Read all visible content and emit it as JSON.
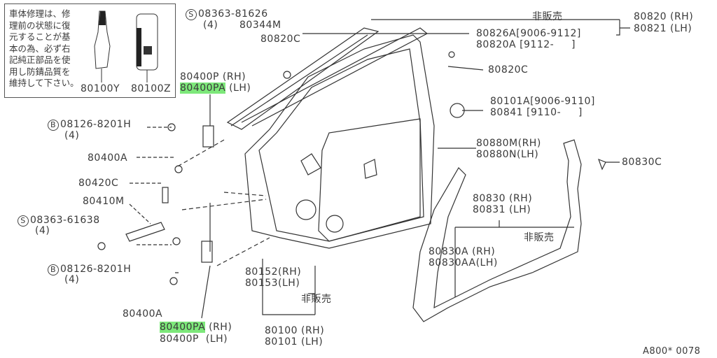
{
  "note": {
    "text": "車体修理は、修\n理前の状態に復\n元することが基\n本の為、必ず右\n記純正部品を使\n用し防錆品質を\n維持して下さい。",
    "parts": [
      "80100Y",
      "80100Z"
    ]
  },
  "labels": {
    "s1": "08363-81626",
    "s1q": "(4)",
    "p80344M": "80344M",
    "p80820C_a": "80820C",
    "nonsale_top": "非販売",
    "p80820": "80820 (RH)",
    "p80821": "80821 (LH)",
    "p80826A": "80826A[9006-9112]",
    "p80820A": "80820A [9112-     ]",
    "p80820C_b": "80820C",
    "p80101A": "80101A[9006-9110]",
    "p80841": "80841 [9110-     ]",
    "p80400P_top": "80400P",
    "p80400P_top_side": " (RH)",
    "p80400PA_top": "80400PA",
    "p80400PA_top_side": " (LH)",
    "b1": "08126-8201H",
    "b1q": "(4)",
    "p80400A_a": "80400A",
    "p80420C": "80420C",
    "p80410M": "80410M",
    "s2": "08363-61638",
    "s2q": "(4)",
    "b2": "08126-8201H",
    "b2q": "(4)",
    "p80400A_b": "80400A",
    "p80400PA_bot": "80400PA",
    "p80400PA_bot_side": " (RH)",
    "p80400P_bot": "80400P  (LH)",
    "p80880M": "80880M(RH)",
    "p80880N": "80880N(LH)",
    "p80830C": "80830C",
    "p80830": "80830 (RH)",
    "p80831": "80831 (LH)",
    "nonsale_right": "非販売",
    "p80830A": "80830A (RH)",
    "p80830AA": "80830AA(LH)",
    "p80152": "80152(RH)",
    "p80153": "80153(LH)",
    "nonsale_bottom": "非販売",
    "p80100": "80100 (RH)",
    "p80101": "80101 (LH)",
    "code": "A800* 0078",
    "S": "S",
    "B": "B"
  },
  "colors": {
    "highlight": "#7de87a",
    "ink": "#3a3a3a"
  }
}
